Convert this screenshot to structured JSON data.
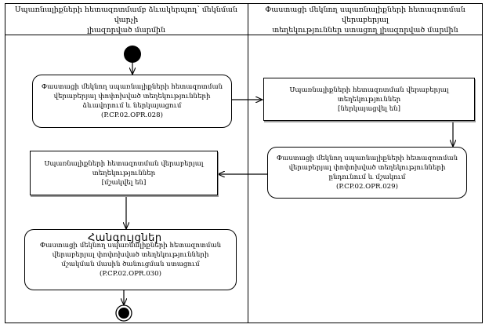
{
  "lanes": [
    {
      "title_lines": [
        "Սպառնալիքների հետազոտմամբ ձևակերպող՝ մեկնման վարչի",
        "լիազորված մարմին"
      ]
    },
    {
      "title_lines": [
        "Փաստացի մեկնող սպառնալիքների հետազոտման վերաբերյալ",
        "տեղեկություններ ստացող լիազորված մարմին"
      ]
    }
  ],
  "nodes": {
    "action1": {
      "lines": [
        "Փաստացի մեկնող սպառնալիքների հետազոտման",
        "վերաբերյալ փոփոխված տեղեկությունների",
        "ձևավորում և ներկայացում"
      ],
      "code": "(P.CP.02.OPR.028)"
    },
    "object1": {
      "lines": [
        "Սպառնալիքների հետազոտման վերաբերյալ",
        "տեղեկություններ",
        "[ներկայացվել են]"
      ]
    },
    "action2": {
      "lines": [
        "Փաստացի մեկնող սպառնալիքների հետազոտման",
        "վերաբերյալ փոփոխված տեղեկությունների",
        "ընդունում և մշակում"
      ],
      "code": "(P.CP.02.OPR.029)"
    },
    "object2": {
      "lines": [
        "Սպառնալիքների հետազոտման վերաբերյալ",
        "տեղեկություններ",
        "[մշակվել են]"
      ]
    },
    "action3": {
      "lines": [
        "Փաստացի մեկնող սպառնալիքների հետազոտման",
        "վերաբերյալ փոփոխված տեղեկությունների",
        "մշակման մասին ծանուցման ստացում"
      ],
      "code": "(P.CP.02.OPR.030)"
    }
  },
  "watermark": "Հանգույցներ",
  "colors": {
    "line": "#000000",
    "background": "#ffffff",
    "shadow": "#9a9a9a"
  }
}
